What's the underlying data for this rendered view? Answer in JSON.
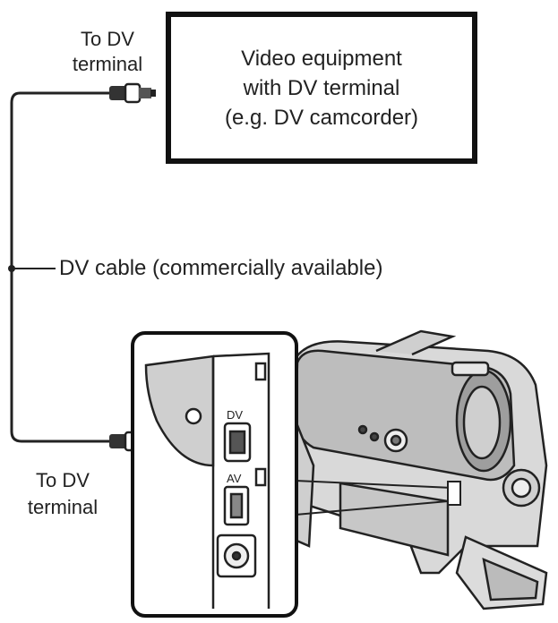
{
  "equipment_box": {
    "lines": [
      "Video equipment",
      "with DV terminal",
      "(e.g. DV camcorder)"
    ]
  },
  "labels": {
    "top_terminal_line1": "To DV",
    "top_terminal_line2": "terminal",
    "cable": "DV cable (commercially available)",
    "bottom_terminal_line1": "To DV",
    "bottom_terminal_line2": "terminal"
  },
  "port_labels": {
    "dv": "DV",
    "av": "AV"
  }
}
